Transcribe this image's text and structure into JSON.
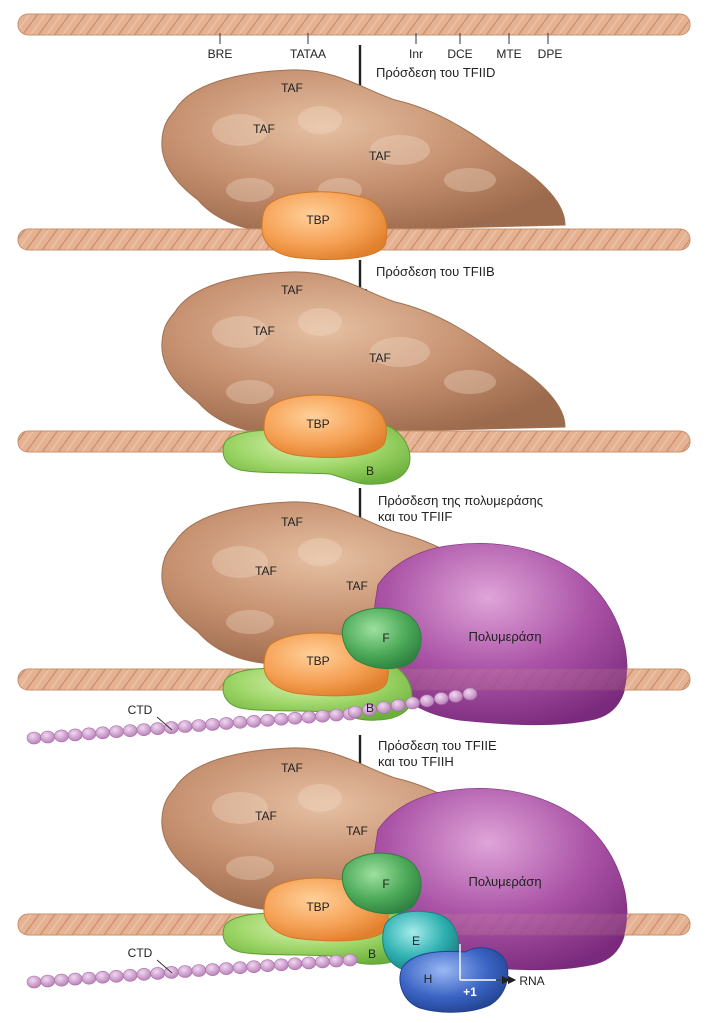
{
  "motifs": {
    "bre": "BRE",
    "tataa": "TATAA",
    "inr": "Inr",
    "dce": "DCE",
    "mte": "MTE",
    "dpe": "DPE"
  },
  "steps": {
    "s1": "Πρόσδεση του TFIID",
    "s2": "Πρόσδεση του TFIIB",
    "s3_line1": "Πρόσδεση της πολυμεράσης",
    "s3_line2": "και του TFIIF",
    "s4_line1": "Πρόσδεση του TFIIE",
    "s4_line2": "και του TFIIH"
  },
  "labels": {
    "taf": "TAF",
    "tbp": "TBP",
    "tfiib": "B",
    "tfiif": "F",
    "tfiie": "E",
    "tfiih": "H",
    "polymerase": "Πολυμεράση",
    "ctd": "CTD",
    "rna": "RNA",
    "start_site": "+1"
  },
  "colors": {
    "dna": "#e5b394",
    "taf": "#bf8a68",
    "tbp": "#f6a256",
    "tfiib": "#8ccf58",
    "tfiif": "#4caa58",
    "polymerase": "#aa52a6",
    "tfiie": "#2eb0b0",
    "tfiih": "#3a64c4",
    "ctd": "#c890c8"
  }
}
